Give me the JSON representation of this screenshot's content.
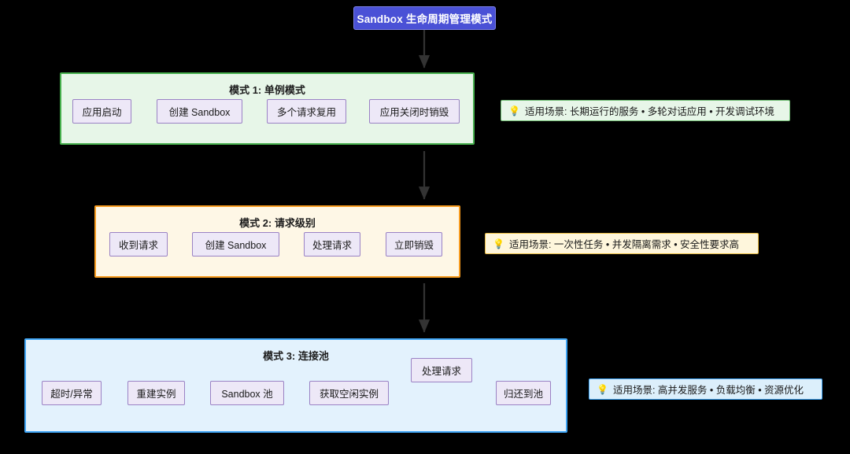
{
  "diagram": {
    "title": "Sandbox 生命周期管理模式",
    "background_color": "#000000",
    "title_color": "#4A51D6",
    "groups": [
      {
        "id": "group-1",
        "title": "模式 1: 单例模式",
        "fill": "#E7F6E8",
        "stroke": "#45AE4C",
        "nodes": [
          {
            "label": "应用启动"
          },
          {
            "label": "创建 Sandbox"
          },
          {
            "label": "多个请求复用"
          },
          {
            "label": "应用关闭时销毁"
          }
        ],
        "note": {
          "icon": "lightbulb-icon",
          "text": "适用场景: 长期运行的服务 • 多轮对话应用 • 开发调试环境",
          "fill": "#E7F6E8",
          "stroke": "#6FBF73"
        }
      },
      {
        "id": "group-2",
        "title": "模式 2: 请求级别",
        "fill": "#FEF7E6",
        "stroke": "#F79B1E",
        "nodes": [
          {
            "label": "收到请求"
          },
          {
            "label": "创建 Sandbox"
          },
          {
            "label": "处理请求"
          },
          {
            "label": "立即销毁"
          }
        ],
        "note": {
          "icon": "lightbulb-icon",
          "text": "适用场景: 一次性任务 • 并发隔离需求 • 安全性要求高",
          "fill": "#FEF6DC",
          "stroke": "#E8B93C"
        }
      },
      {
        "id": "group-3",
        "title": "模式 3: 连接池",
        "fill": "#E3F2FD",
        "stroke": "#3FA5F5",
        "nodes": [
          {
            "label": "超时/异常"
          },
          {
            "label": "重建实例"
          },
          {
            "label": "Sandbox 池"
          },
          {
            "label": "获取空闲实例"
          },
          {
            "label": "处理请求"
          },
          {
            "label": "归还到池"
          }
        ],
        "note": {
          "icon": "lightbulb-icon",
          "text": "适用场景: 高并发服务 • 负载均衡 • 资源优化",
          "fill": "#DCEFFB",
          "stroke": "#3FA5F5"
        }
      }
    ],
    "node_style": {
      "fill": "#EDE8F7",
      "stroke": "#9A82C4"
    },
    "arrow_color": "#333333"
  }
}
